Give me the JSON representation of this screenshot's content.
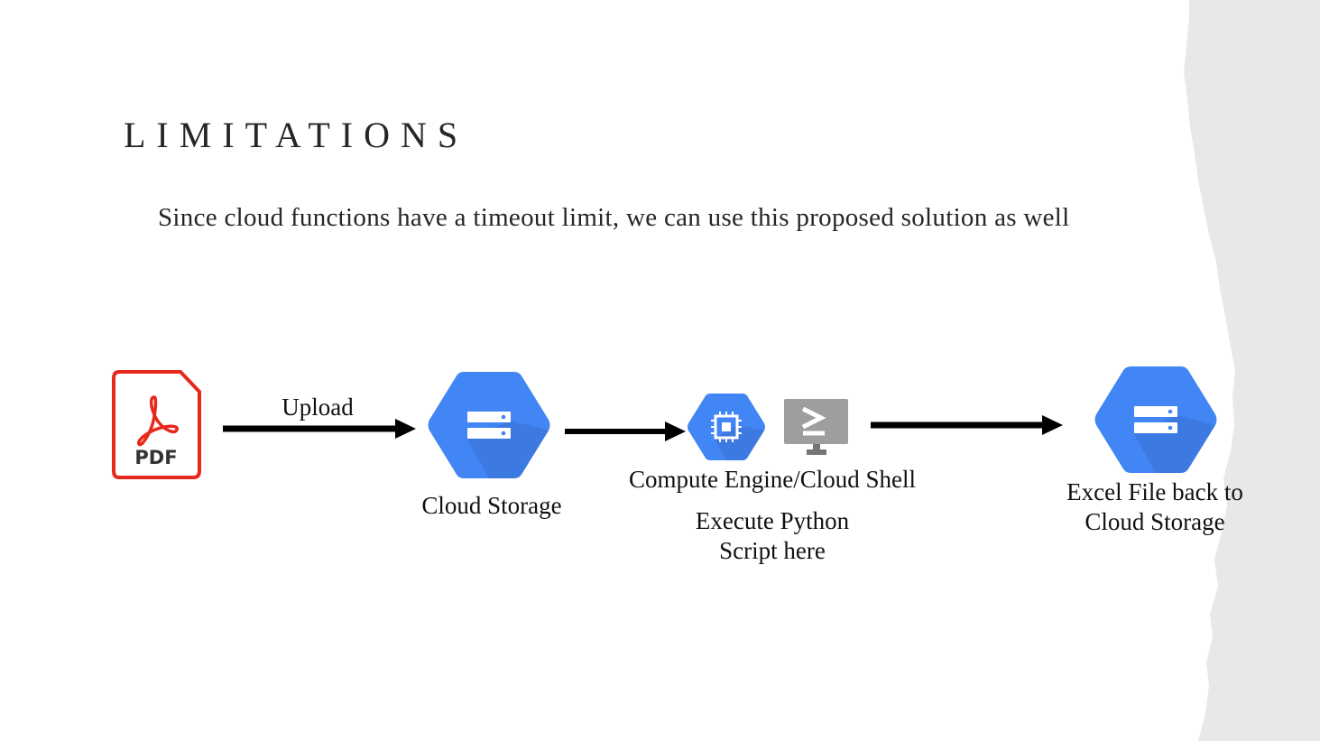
{
  "slide": {
    "title": "LIMITATIONS",
    "subtitle": "Since cloud functions have a timeout limit, we can use this proposed solution as well"
  },
  "diagram": {
    "nodes": [
      {
        "id": "pdf",
        "icon": "pdf-file-icon",
        "icon_text": "PDF",
        "color": "#e8281d"
      },
      {
        "id": "cloud-storage",
        "icon": "cloud-storage-icon",
        "label": "Cloud Storage",
        "color": "#4285f4"
      },
      {
        "id": "compute-engine",
        "icon": "compute-engine-icon",
        "label": "Compute Engine/Cloud Shell",
        "sublabel_lines": [
          "Execute Python",
          "Script here"
        ],
        "color": "#4285f4"
      },
      {
        "id": "cloud-shell",
        "icon": "cloud-shell-icon",
        "color": "#9e9e9e"
      },
      {
        "id": "excel-storage",
        "icon": "cloud-storage-icon",
        "label_lines": [
          "Excel File back to",
          "Cloud Storage"
        ],
        "color": "#4285f4"
      }
    ],
    "edges": [
      {
        "from": "pdf",
        "to": "cloud-storage",
        "label": "Upload"
      },
      {
        "from": "cloud-storage",
        "to": "compute-engine"
      },
      {
        "from": "cloud-shell",
        "to": "excel-storage"
      }
    ]
  }
}
